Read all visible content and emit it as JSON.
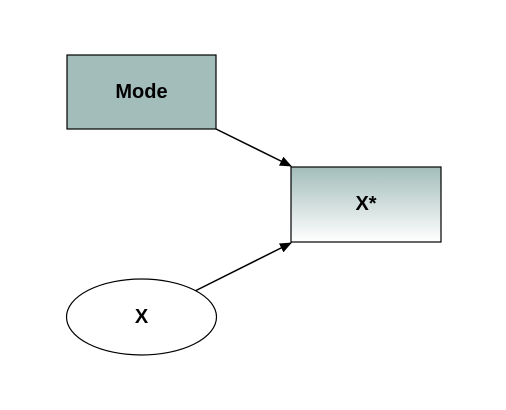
{
  "diagram": {
    "nodes": {
      "mode": {
        "label": "Mode",
        "shape": "rectangle",
        "fill": "#a3bdba"
      },
      "x_star": {
        "label": "X*",
        "shape": "rectangle",
        "fill": "gradient",
        "gradient_top": "#a3bdba",
        "gradient_bottom": "#ffffff"
      },
      "x": {
        "label": "X",
        "shape": "ellipse",
        "fill": "#ffffff"
      }
    },
    "edges": [
      {
        "from": "Mode",
        "to": "X*"
      },
      {
        "from": "X",
        "to": "X*"
      }
    ],
    "colors": {
      "stroke": "#000000",
      "background": "#ffffff"
    }
  }
}
